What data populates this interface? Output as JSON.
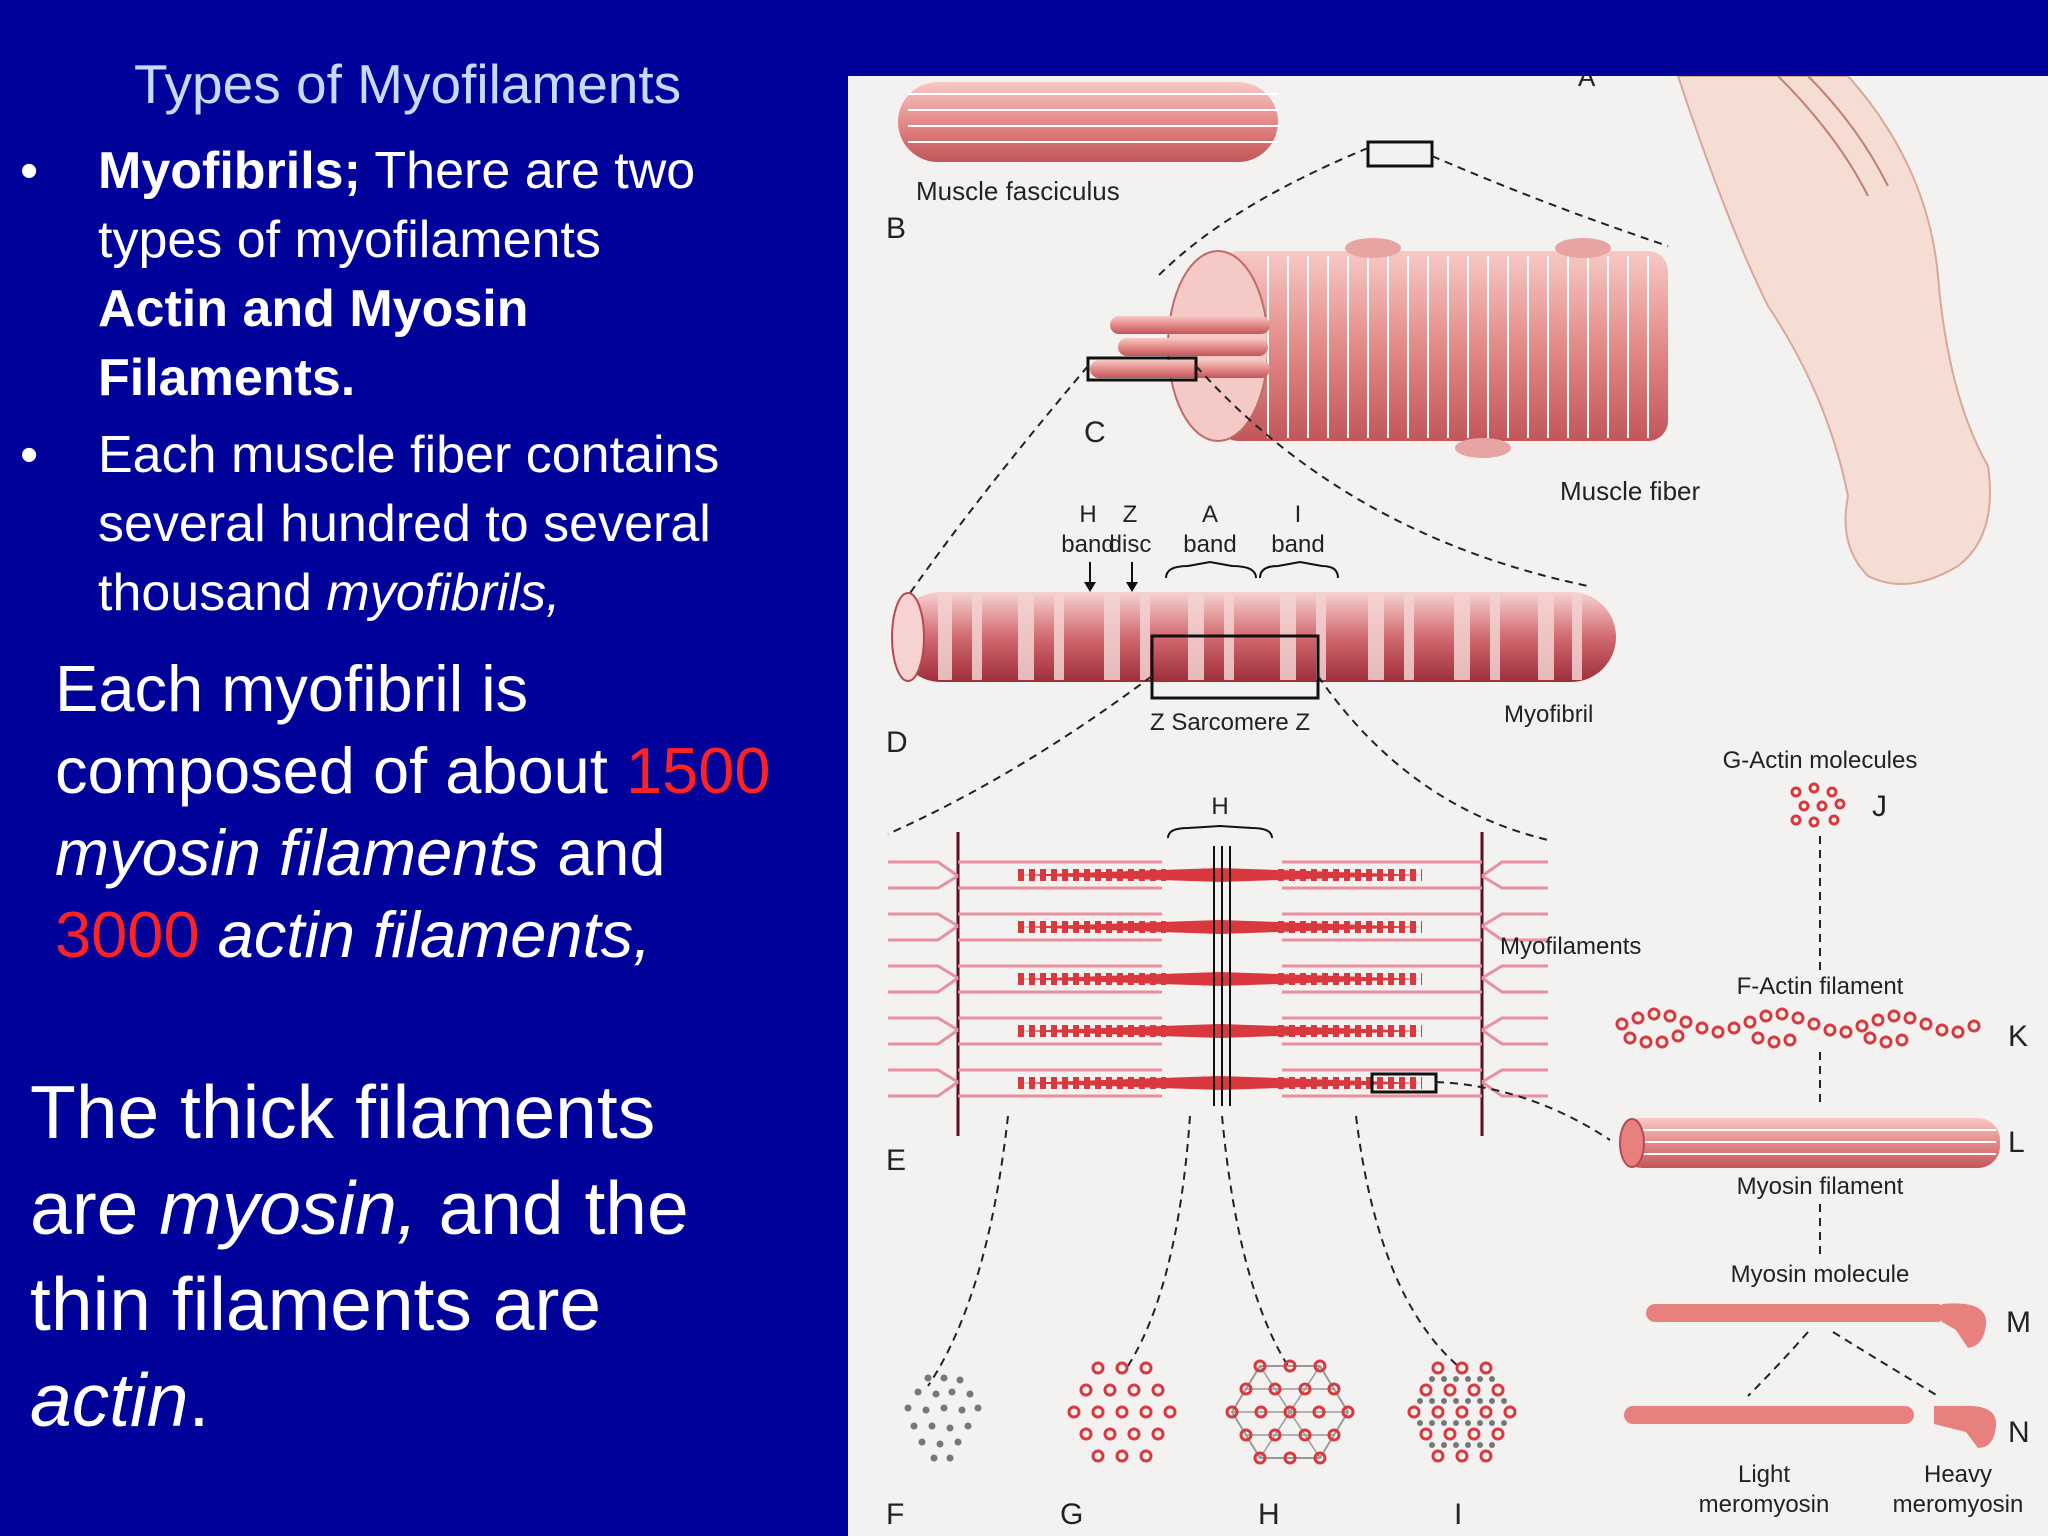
{
  "slide": {
    "title": "Types of Myofilaments",
    "bullet1": {
      "bold1": "Myofibrils;",
      "text1": " There are two",
      "text2": "types of myofilaments",
      "bold2": "Actin and Myosin",
      "bold3": "Filaments."
    },
    "bullet2": {
      "line1": "Each muscle fiber contains",
      "line2": "several hundred to several",
      "line3a": "thousand ",
      "line3b": "myofibrils,"
    },
    "para1": {
      "line1": "Each myofibril is",
      "line2a": "composed of about ",
      "num1": "1500",
      "line3a": "myosin filaments",
      "line3b": " and",
      "num2": "3000",
      "line4": " actin filaments,"
    },
    "para2": {
      "line1": "The thick filaments",
      "line2a": "are ",
      "line2b": "myosin,",
      "line2c": " and the",
      "line3": "thin filaments are",
      "line4a": "actin",
      "line4b": "."
    },
    "bullet_glyph": "•",
    "colors": {
      "background": "#00029a",
      "highlight": "#ff2222",
      "title": "#c8d8ff"
    }
  },
  "figure": {
    "labels": {
      "A": "A",
      "B": "B",
      "C": "C",
      "D": "D",
      "E": "E",
      "F": "F",
      "G": "G",
      "H": "H",
      "I": "I",
      "J": "J",
      "K": "K",
      "L": "L",
      "M": "M",
      "N": "N"
    },
    "captions": {
      "muscle_fasciculus": "Muscle fasciculus",
      "muscle_fiber": "Muscle fiber",
      "myofibril": "Myofibril",
      "myofilaments": "Myofilaments",
      "sarcomere": "Z  Sarcomere  Z",
      "h_band_1": "H",
      "h_band_2": "band",
      "z_disc_1": "Z",
      "z_disc_2": "disc",
      "a_band_1": "A",
      "a_band_2": "band",
      "i_band_1": "I",
      "i_band_2": "band",
      "h_zone": "H",
      "g_actin": "G-Actin molecules",
      "f_actin": "F-Actin filament",
      "myosin_filament": "Myosin filament",
      "myosin_molecule": "Myosin molecule",
      "light_1": "Light",
      "light_2": "meromyosin",
      "heavy_1": "Heavy",
      "heavy_2": "meromyosin"
    }
  }
}
